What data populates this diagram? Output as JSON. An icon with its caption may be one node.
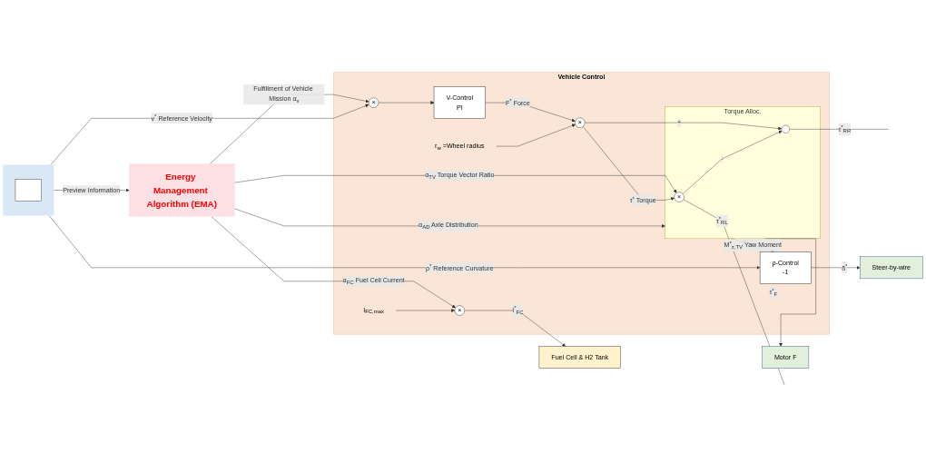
{
  "diagram": {
    "nodes": [
      {
        "text": [
          "Energy Management Algorithm (EMA)"
        ]
      },
      {
        "text": [
          "Vehicle Control"
        ]
      },
      {
        "text": [
          "Torque Alloc."
        ],
        "in": 1
      },
      {
        "text": [
          "×"
        ],
        "in": 2
      },
      {
        "text": [],
        "shape": "circle",
        "in": 2
      },
      {
        "text": [
          "×"
        ],
        "in": 1
      },
      {
        "text": [
          "V-Control",
          "PI"
        ],
        "in": 1
      },
      {
        "text": [
          "×"
        ],
        "in": 1
      },
      {
        "text": [
          "ρ-Control",
          "-1"
        ],
        "in": 1
      },
      {
        "text": [
          "×"
        ],
        "in": 1
      },
      {
        "text": [
          "Fuel Cell & H2 Tank"
        ]
      },
      {
        "text": [
          "Motor F"
        ]
      },
      {
        "text": [
          "Steer-by-wire"
        ]
      },
      {
        "text": [],
        "shape": "box"
      },
      {
        "text": [],
        "shape": "box",
        "in": 13
      },
      {
        "text": [
          "r$_{w}$ =Wheel radius"
        ],
        "in": 1
      },
      {
        "text": [
          "I$_{FC,max}$"
        ],
        "in": 1
      }
    ],
    "edges": [
      {
        "from": 0,
        "to": 9,
        "arrow": "to",
        "label": "α$_{FC}$ Fuel Cell Current"
      },
      {
        "from": 0,
        "to": 3,
        "arrow": "to",
        "label": "α$_{TV}$ Torque Vector Ratio"
      },
      {
        "from": 0,
        "to": 2,
        "arrow": "to",
        "label": "α$_{AD}$ Axle Distribution"
      },
      {
        "from": 0,
        "to": 7,
        "arrow": "to",
        "label": "Fulfillment of Vehicle Mission α$_{v}$"
      },
      {
        "from": 13,
        "to": 0,
        "arrow": "to",
        "label": "Preview Information"
      },
      {
        "from": 13,
        "to": 7,
        "arrow": "to",
        "label": "v$^{*}$ Reference Velocity"
      },
      {
        "from": 13,
        "to": 8,
        "arrow": "to",
        "label": "ρ$^{*}$ Reference Curvature"
      },
      {
        "from": 7,
        "to": 6,
        "arrow": "to"
      },
      {
        "from": 6,
        "to": 5,
        "arrow": "to",
        "label": "F$^{*}$ Force"
      },
      {
        "from": 15,
        "to": 5,
        "arrow": "to"
      },
      {
        "from": 5,
        "to": 3,
        "arrow": "to",
        "label": "τ$^{*}$ Torque"
      },
      {
        "from": 5,
        "to": 4,
        "arrow": "to",
        "label": "+"
      },
      {
        "from": 3,
        "to": 4,
        "arrow": "to",
        "label": "-"
      },
      {
        "from": 3,
        "to": null,
        "arrow": "none",
        "label": "τ$^{*}$$_{RL}$"
      },
      {
        "from": 4,
        "to": null,
        "arrow": "none",
        "label": "τ$^{*}$$_{RR}$"
      },
      {
        "from": 2,
        "to": 11,
        "arrow": "to",
        "label": "τ$^{*}$$_{F}$"
      },
      {
        "from": 2,
        "to": 8,
        "arrow": "to",
        "label": "M$^{*}$$_{z,TV}$ Yaw Moment"
      },
      {
        "from": 8,
        "to": 12,
        "arrow": "to",
        "label": "δ$^{*}$"
      },
      {
        "from": 16,
        "to": 9,
        "arrow": "to"
      },
      {
        "from": 9,
        "to": 10,
        "arrow": "to",
        "label": "I$^{*}$$_{FC}$"
      }
    ]
  }
}
